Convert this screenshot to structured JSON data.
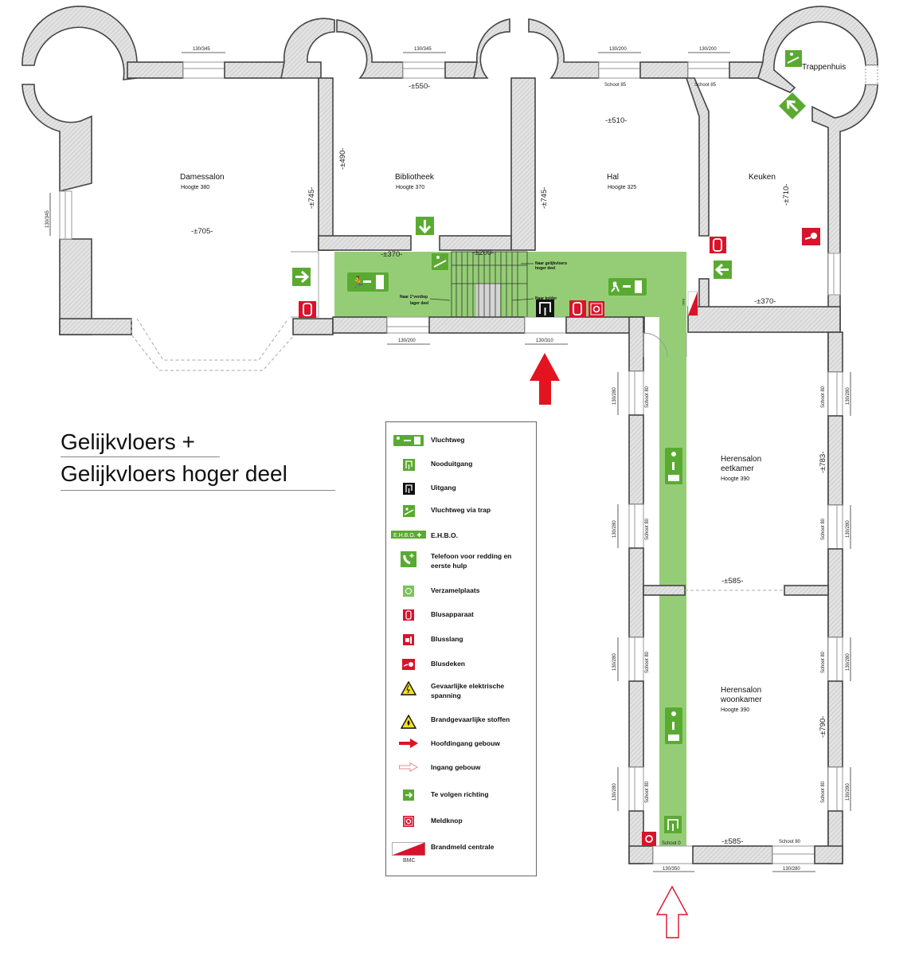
{
  "title": {
    "line1": "Gelijkvloers +",
    "line2": "Gelijkvloers hoger deel"
  },
  "colors": {
    "escape_green": "#5aaa32",
    "route_green": "#8cc96a",
    "fire_red": "#d9132b",
    "wall_gray": "#d9d9d9"
  },
  "rooms": {
    "damessalon": {
      "name": "Damessalon",
      "height": "Hoogte 380",
      "dim_w": "-±705-",
      "dim_h": "-±745-"
    },
    "bibliotheek": {
      "name": "Bibliotheek",
      "height": "Hoogte 370",
      "dim_w": "-±550-",
      "dim_h": "-±490-"
    },
    "hal": {
      "name": "Hal",
      "height": "Hoogte 325",
      "dim_w": "-±510-",
      "dim_h": "-±745-"
    },
    "keuken": {
      "name": "Keuken",
      "dim_h": "-±710-",
      "dim_w": "-±370-"
    },
    "trappenhuis": {
      "name": "Trappenhuis"
    },
    "gang": {
      "dim_w": "-±370-",
      "dim_stairs": "-±200-"
    },
    "eetkamer": {
      "name_line1": "Herensalon",
      "name_line2": "eetkamer",
      "height": "Hoogte 390",
      "dim_h": "-±783-",
      "dim_w": "-±585-"
    },
    "woonkamer": {
      "name_line1": "Herensalon",
      "name_line2": "woonkamer",
      "height": "Hoogte 390",
      "dim_h": "-±790-",
      "dim_w": "-±585-"
    }
  },
  "windows": {
    "w_top_dames": "130/345",
    "w_top_biblio": "130/345",
    "w_top_hal": "130/200",
    "w_top_keuken": "130/200",
    "w_left_dames": "130/345",
    "w_gang": "130/200",
    "w_entry": "130/310",
    "w_bottom_door": "130/350",
    "w_bottom_right": "130/280",
    "w_side_left_1": "130/280",
    "w_side_left_2": "130/280",
    "w_side_left_3": "130/280",
    "w_side_left_4": "130/280",
    "w_side_right_1": "130/280",
    "w_side_right_2": "130/280",
    "w_side_right_3": "130/280",
    "w_side_right_4": "130/280",
    "schoot_85": "Schoot 85",
    "schoot_80": "Schoot 80",
    "schoot_0": "Schoot 0"
  },
  "notes": {
    "naar_1e_verdiep": "Naar 1°verdiep",
    "lager_deel": "lager deel",
    "naar_gelijkvloers": "Naar gelijkvloers",
    "hoger_deel": "hoger deel",
    "naar_kelder": "Naar kelder",
    "bmc_tag": "BMC"
  },
  "legend": [
    {
      "icon": "vluchtweg-icon",
      "label": "Vluchtweg"
    },
    {
      "icon": "nooduitgang-icon",
      "label": "Nooduitgang"
    },
    {
      "icon": "uitgang-icon",
      "label": "Uitgang"
    },
    {
      "icon": "vluchtweg-trap-icon",
      "label": "Vluchtweg via trap"
    },
    {
      "icon": "ehbo-icon",
      "label": "E.H.B.O.",
      "icon_text": "E.H.B.O. ✚"
    },
    {
      "icon": "telefoon-icon",
      "label": "Telefoon voor redding en eerste hulp"
    },
    {
      "icon": "verzamelplaats-icon",
      "label": "Verzamelplaats"
    },
    {
      "icon": "blusapparaat-icon",
      "label": "Blusapparaat"
    },
    {
      "icon": "blusslang-icon",
      "label": "Blusslang"
    },
    {
      "icon": "blusdeken-icon",
      "label": "Blusdeken"
    },
    {
      "icon": "elektrische-spanning-icon",
      "label": "Gevaarlijke elektrische spanning"
    },
    {
      "icon": "brandgevaarlijk-icon",
      "label": "Brandgevaarlijke stoffen"
    },
    {
      "icon": "hoofdingang-icon",
      "label": "Hoofdingang gebouw"
    },
    {
      "icon": "ingang-icon",
      "label": "Ingang gebouw"
    },
    {
      "icon": "richting-icon",
      "label": "Te volgen richting"
    },
    {
      "icon": "meldknop-icon",
      "label": "Meldknop"
    },
    {
      "icon": "brandmeldcentrale-icon",
      "label": "Brandmeld centrale",
      "icon_text": "BMC"
    }
  ]
}
